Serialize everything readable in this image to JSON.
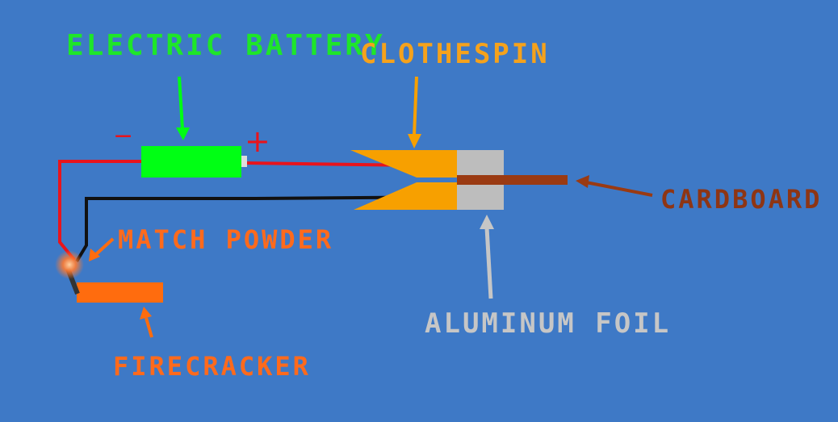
{
  "colors": {
    "background": "#3e79c6",
    "battery": "#00ff14",
    "battery_label": "#1ee62a",
    "clothespin": "#f7a000",
    "clothespin_label": "#f5a21c",
    "foil": "#bdbdbd",
    "foil_label": "#c6c6c6",
    "cardboard": "#9a3a12",
    "cardboard_label": "#8e3514",
    "firecracker": "#ff6c0e",
    "orange_label": "#ff6a1c",
    "red_wire": "#e8141c",
    "black_wire": "#111111",
    "spark": "#ff7a30"
  },
  "labels": {
    "battery": "ELECTRIC BATTERY",
    "minus": "−",
    "plus": "+",
    "clothespin": "CLOTHESPIN",
    "cardboard": "CARDBOARD",
    "match_powder": "MATCH POWDER",
    "aluminum_foil": "ALUMINUM FOIL",
    "firecracker": "FIRECRACKER"
  },
  "icons": {
    "arrows": [
      "battery-arrow-icon",
      "clothespin-arrow-icon",
      "cardboard-arrow-icon",
      "match-powder-arrow-icon",
      "foil-arrow-icon",
      "firecracker-arrow-icon"
    ]
  }
}
